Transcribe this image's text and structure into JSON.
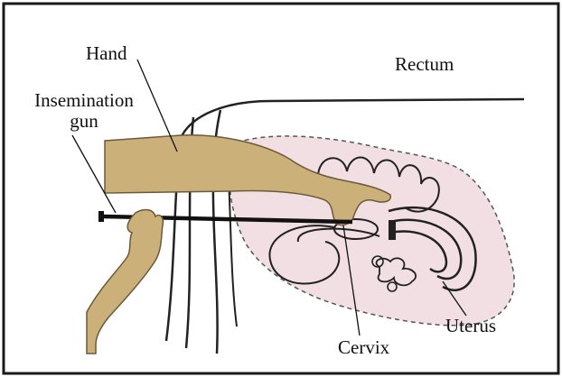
{
  "labels": {
    "hand": "Hand",
    "rectum": "Rectum",
    "insemination_line1": "Insemination",
    "insemination_line2": "gun",
    "cervix": "Cervix",
    "uterus": "Uterus"
  },
  "colors": {
    "border": "#1a1a1a",
    "arm_fill": "#ccb07a",
    "arm_stroke": "#6b5a3a",
    "tract_fill": "#f1dfe3",
    "tract_outline": "#555555",
    "ink": "#111111"
  }
}
